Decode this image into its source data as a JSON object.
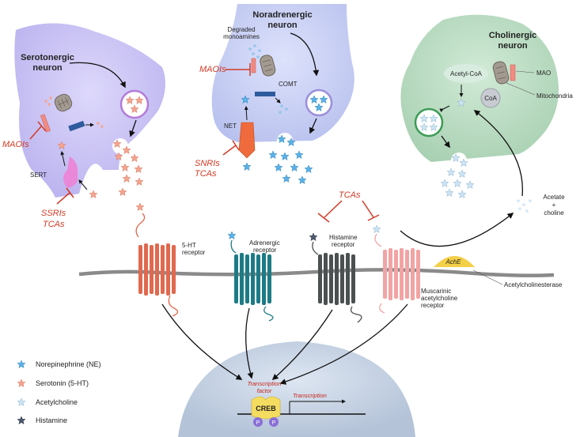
{
  "neurons": {
    "serotonergic": {
      "title_line1": "Serotonergic",
      "title_line2": "neuron",
      "sert": "SERT"
    },
    "noradrenergic": {
      "title_line1": "Noradrenergic",
      "title_line2": "neuron",
      "degraded_line1": "Degraded",
      "degraded_line2": "monoamines",
      "comt": "COMT",
      "net": "NET"
    },
    "cholinergic": {
      "title_line1": "Cholinergic",
      "title_line2": "neuron",
      "acetyl_coa": "Acetyl-CoA",
      "coa": "CoA",
      "mao": "MAO",
      "mitochondria": "Mitochondria"
    }
  },
  "drugs": {
    "maois_left": "MAOIs",
    "maois_mid": "MAOIs",
    "ssris": "SSRIs",
    "tcas_left": "TCAs",
    "snris": "SNRIs",
    "tcas_mid": "TCAs",
    "tcas_top": "TCAs"
  },
  "receptors": {
    "ht_line1": "5-HT",
    "ht_line2": "receptor",
    "adrenergic_line1": "Adrenergic",
    "adrenergic_line2": "receptor",
    "histamine_line1": "Histamine",
    "histamine_line2": "receptor",
    "muscarinic_line1": "Muscarinic",
    "muscarinic_line2": "acetylcholine",
    "muscarinic_line3": "receptor"
  },
  "enzyme": {
    "ache": "AchE",
    "name": "Acetylcholinesterase"
  },
  "breakdown": {
    "line1": "Acetate",
    "line2": "+",
    "line3": "choline"
  },
  "nucleus": {
    "tf_line1": "Transcription",
    "tf_line2": "factor",
    "transcription": "Transcription",
    "creb": "CREB",
    "p1": "P",
    "p2": "P"
  },
  "legend": [
    {
      "label": "Norepinephrine (NE)",
      "icon": "star-blue-icon"
    },
    {
      "label": "Serotonin (5-HT)",
      "icon": "star-pink-icon"
    },
    {
      "label": "Acetylcholine",
      "icon": "star-lightblue-icon"
    },
    {
      "label": "Histamine",
      "icon": "star-dark-icon"
    }
  ],
  "colors": {
    "sero_cell": "#c9c3f2",
    "nor_cell": "#c6cdf2",
    "chol_cell": "#b8d9bf",
    "drug_red": "#d23a25",
    "receptor_5ht": "#e0694f",
    "receptor_adr": "#1d7b85",
    "receptor_his": "#4b5050",
    "receptor_mus": "#f2a3a3",
    "ache": "#f4cf48",
    "creb": "#f4dc60",
    "phospho": "#8a6fd6"
  }
}
